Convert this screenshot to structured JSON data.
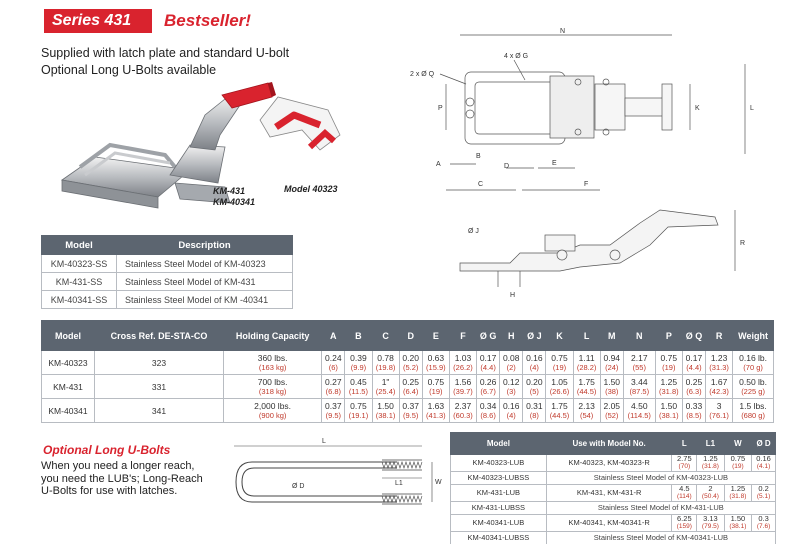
{
  "header": {
    "series": "Series 431",
    "bestseller": "Bestseller!"
  },
  "intro": {
    "line1": "Supplied with latch plate and standard U-bolt",
    "line2": "Optional Long U-Bolts available"
  },
  "captions": {
    "km_line1": "KM-431",
    "km_line2": "KM-40341",
    "model": "Model 40323"
  },
  "drawing_labels": {
    "N": "N",
    "G": "4 x Ø G",
    "Q": "2 x Ø Q",
    "P": "P",
    "K": "K",
    "L": "L",
    "A": "A",
    "B": "B",
    "D": "D",
    "E": "E",
    "C": "C",
    "F": "F",
    "J": "Ø J",
    "R": "R",
    "H": "H"
  },
  "model_table": {
    "headers": [
      "Model",
      "Description"
    ],
    "rows": [
      [
        "KM-40323-SS",
        "Stainless Steel Model of KM-40323"
      ],
      [
        "KM-431-SS",
        "Stainless Steel Model of KM-431"
      ],
      [
        "KM-40341-SS",
        "Stainless Steel Model of KM -40341"
      ]
    ]
  },
  "spec_table": {
    "headers": [
      "Model",
      "Cross Ref. DE-STA-CO",
      "Holding Capacity",
      "A",
      "B",
      "C",
      "D",
      "E",
      "F",
      "Ø G",
      "H",
      "Ø J",
      "K",
      "L",
      "M",
      "N",
      "P",
      "Ø Q",
      "R",
      "Weight"
    ],
    "rows": [
      {
        "model": "KM-40323",
        "ref": "323",
        "cells": [
          [
            "360 lbs.",
            "(163 kg)"
          ],
          [
            "0.24",
            "(6)"
          ],
          [
            "0.39",
            "(9.9)"
          ],
          [
            "0.78",
            "(19.8)"
          ],
          [
            "0.20",
            "(5.2)"
          ],
          [
            "0.63",
            "(15.9)"
          ],
          [
            "1.03",
            "(26.2)"
          ],
          [
            "0.17",
            "(4.4)"
          ],
          [
            "0.08",
            "(2)"
          ],
          [
            "0.16",
            "(4)"
          ],
          [
            "0.75",
            "(19)"
          ],
          [
            "1.11",
            "(28.2)"
          ],
          [
            "0.94",
            "(24)"
          ],
          [
            "2.17",
            "(55)"
          ],
          [
            "0.75",
            "(19)"
          ],
          [
            "0.17",
            "(4.4)"
          ],
          [
            "1.23",
            "(31.3)"
          ],
          [
            "0.16 lb.",
            "(70 g)"
          ]
        ]
      },
      {
        "model": "KM-431",
        "ref": "331",
        "cells": [
          [
            "700 lbs.",
            "(318 kg)"
          ],
          [
            "0.27",
            "(6.8)"
          ],
          [
            "0.45",
            "(11.5)"
          ],
          [
            "1\"",
            "(25.4)"
          ],
          [
            "0.25",
            "(6.4)"
          ],
          [
            "0.75",
            "(19)"
          ],
          [
            "1.56",
            "(39.7)"
          ],
          [
            "0.26",
            "(6.7)"
          ],
          [
            "0.12",
            "(3)"
          ],
          [
            "0.20",
            "(5)"
          ],
          [
            "1.05",
            "(26.6)"
          ],
          [
            "1.75",
            "(44.5)"
          ],
          [
            "1.50",
            "(38)"
          ],
          [
            "3.44",
            "(87.5)"
          ],
          [
            "1.25",
            "(31.8)"
          ],
          [
            "0.25",
            "(6.3)"
          ],
          [
            "1.67",
            "(42.3)"
          ],
          [
            "0.50 lb.",
            "(225 g)"
          ]
        ]
      },
      {
        "model": "KM-40341",
        "ref": "341",
        "cells": [
          [
            "2,000 lbs.",
            "(900 kg)"
          ],
          [
            "0.37",
            "(9.5)"
          ],
          [
            "0.75",
            "(19.1)"
          ],
          [
            "1.50",
            "(38.1)"
          ],
          [
            "0.37",
            "(9.5)"
          ],
          [
            "1.63",
            "(41.3)"
          ],
          [
            "2.37",
            "(60.3)"
          ],
          [
            "0.34",
            "(8.6)"
          ],
          [
            "0.16",
            "(4)"
          ],
          [
            "0.31",
            "(8)"
          ],
          [
            "1.75",
            "(44.5)"
          ],
          [
            "2.13",
            "(54)"
          ],
          [
            "2.05",
            "(52)"
          ],
          [
            "4.50",
            "(114.5)"
          ],
          [
            "1.50",
            "(38.1)"
          ],
          [
            "0.33",
            "(8.5)"
          ],
          [
            "3",
            "(76.1)"
          ],
          [
            "1.5 lbs.",
            "(680 g)"
          ]
        ]
      }
    ]
  },
  "optional": {
    "title": "Optional Long U-Bolts",
    "line1": "When you need a longer reach,",
    "line2": "you need the LUB's; Long-Reach",
    "line3": "U-Bolts for use with latches.",
    "labels": {
      "L": "L",
      "D": "Ø D",
      "L1": "L1",
      "W": "W"
    }
  },
  "ubolt_table": {
    "headers": [
      "Model",
      "Use with Model No.",
      "L",
      "L1",
      "W",
      "Ø D"
    ],
    "rows": [
      {
        "type": "data",
        "model": "KM-40323-LUB",
        "use": "KM-40323, KM-40323-R",
        "cells": [
          [
            "2.75",
            "(70)"
          ],
          [
            "1.25",
            "(31.8)"
          ],
          [
            "0.75",
            "(19)"
          ],
          [
            "0.16",
            "(4.1)"
          ]
        ]
      },
      {
        "type": "ss",
        "model": "KM-40323-LUBSS",
        "desc": "Stainless Steel Model of KM-40323-LUB"
      },
      {
        "type": "data",
        "model": "KM-431-LUB",
        "use": "KM-431, KM-431-R",
        "cells": [
          [
            "4.5",
            "(114)"
          ],
          [
            "2",
            "(50.4)"
          ],
          [
            "1.25",
            "(31.8)"
          ],
          [
            "0.2",
            "(5.1)"
          ]
        ]
      },
      {
        "type": "ss",
        "model": "KM-431-LUBSS",
        "desc": "Stainless Steel Model of KM-431-LUB"
      },
      {
        "type": "data",
        "model": "KM-40341-LUB",
        "use": "KM-40341, KM-40341-R",
        "cells": [
          [
            "6.25",
            "(159)"
          ],
          [
            "3.13",
            "(79.5)"
          ],
          [
            "1.50",
            "(38.1)"
          ],
          [
            "0.3",
            "(7.6)"
          ]
        ]
      },
      {
        "type": "ss",
        "model": "KM-40341-LUBSS",
        "desc": "Stainless Steel Model of KM-40341-LUB"
      }
    ]
  },
  "colors": {
    "accent_red": "#d9232e",
    "header_gray": "#5c6570",
    "metric_red": "#c0392b"
  }
}
